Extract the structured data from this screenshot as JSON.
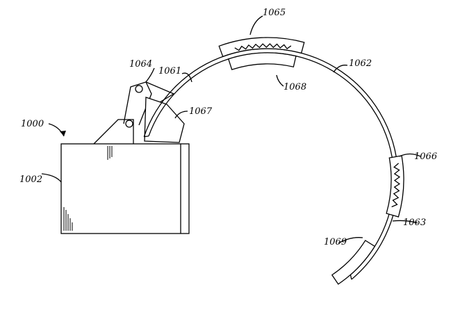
{
  "figure": {
    "labels": {
      "device": "1000",
      "housing": "1002",
      "arm_first": "1061",
      "arm_second": "1062",
      "arm_end": "1063",
      "hinge": "1064",
      "pad_top_outer": "1065",
      "pad_side": "1066",
      "pad_inner": "1067",
      "pad_top_inner": "1068",
      "pad_end": "1069"
    }
  }
}
